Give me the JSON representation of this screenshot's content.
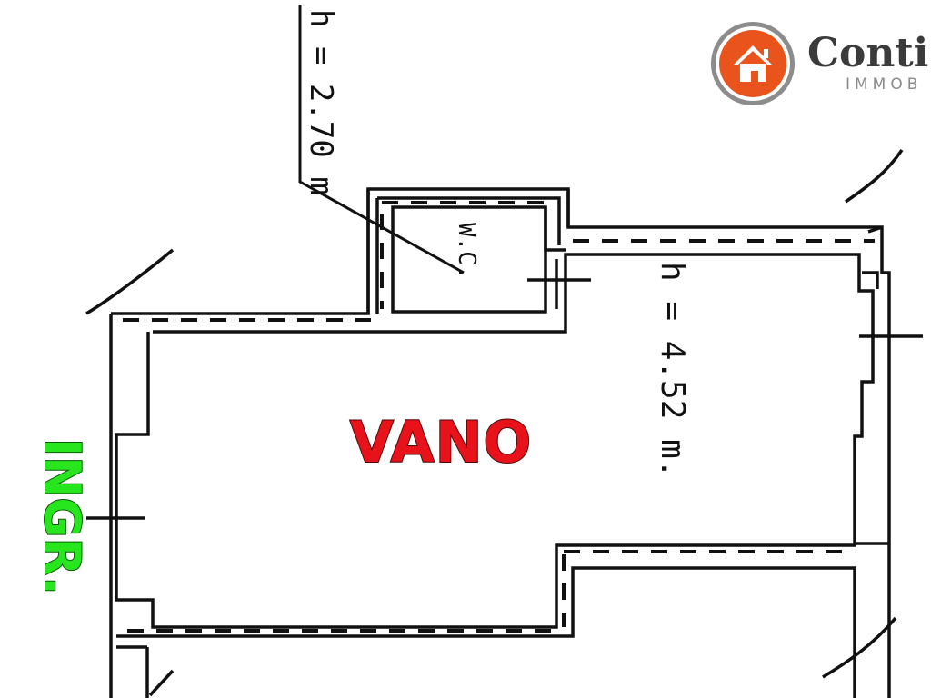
{
  "room_label": "VANO",
  "wc_label": "W.C.",
  "entrance_label": "INGR.",
  "ceiling_height_label": "h = 4.52 m.",
  "wc_height_label": "h = 2.70 m",
  "brand": {
    "name": "Conti",
    "subtitle": "IMMOB",
    "logo_icon": "house-icon",
    "colors": {
      "badge_outer": "#8c8c8c",
      "badge_inner": "#e8541c",
      "name": "#3b3b3b"
    }
  },
  "colors": {
    "room_label": "#e8131a",
    "entrance_label": "#27e61e",
    "walls": "#111111"
  }
}
